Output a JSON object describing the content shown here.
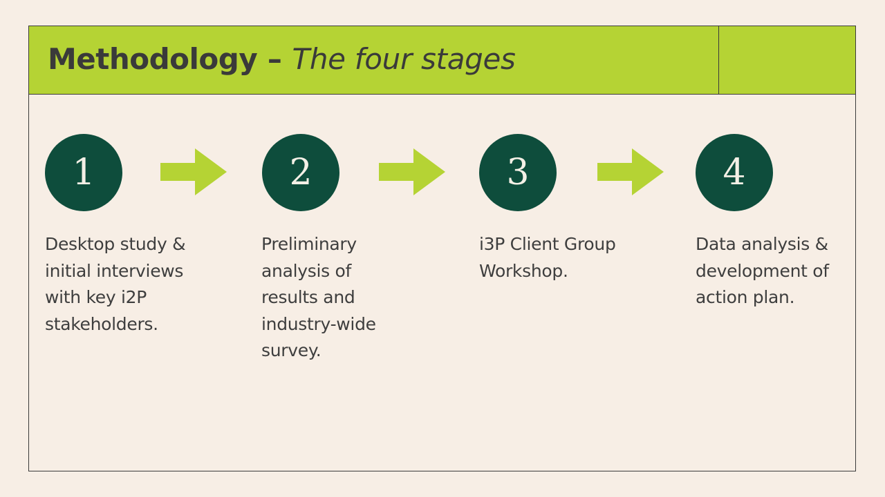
{
  "title": {
    "main": "Methodology",
    "separator": " – ",
    "subtitle": "The four stages"
  },
  "stages": [
    {
      "number": "1",
      "description": "Desktop study & initial interviews with key i2P stakeholders."
    },
    {
      "number": "2",
      "description": "Preliminary analysis of results and industry-wide survey."
    },
    {
      "number": "3",
      "description": "i3P Client Group Workshop."
    },
    {
      "number": "4",
      "description": "Data analysis & development of action plan."
    }
  ],
  "colors": {
    "background": "#f7eee5",
    "header": "#b5d334",
    "circle": "#0e4d3c",
    "arrow": "#b5d334",
    "text": "#3e3e3e"
  }
}
